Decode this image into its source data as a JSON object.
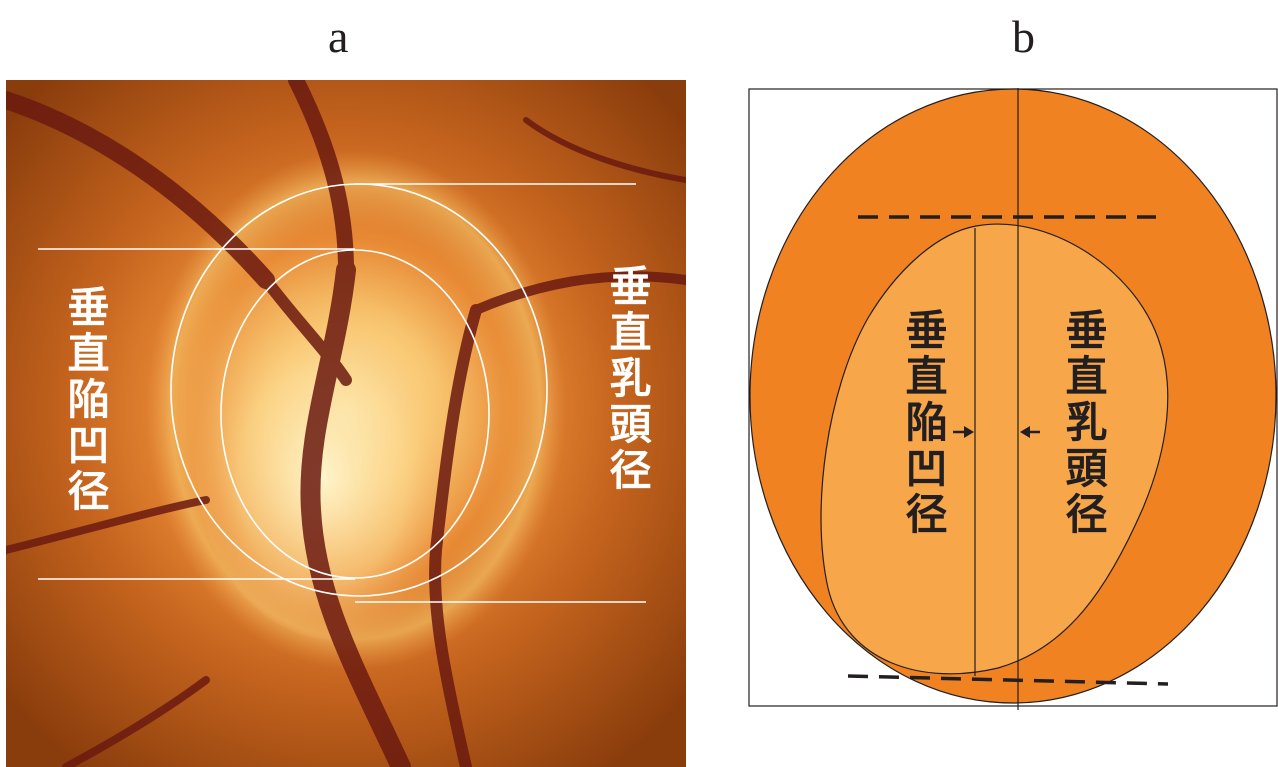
{
  "panels": {
    "a": {
      "letter": "a",
      "cup_label": "垂直陥凹径",
      "disc_label": "垂直乳頭径"
    },
    "b": {
      "letter": "b",
      "cup_label": "垂直陥凹径",
      "disc_label": "垂直乳頭径"
    }
  },
  "colors": {
    "disc_fill": "#f08222",
    "cup_fill": "#f7a64a",
    "outline": "#231f20",
    "fundus_dark": "#8a3d0c",
    "fundus_bright": "#fde08a",
    "vessel": "#6b1a10",
    "overlay_line": "#ffffff"
  }
}
